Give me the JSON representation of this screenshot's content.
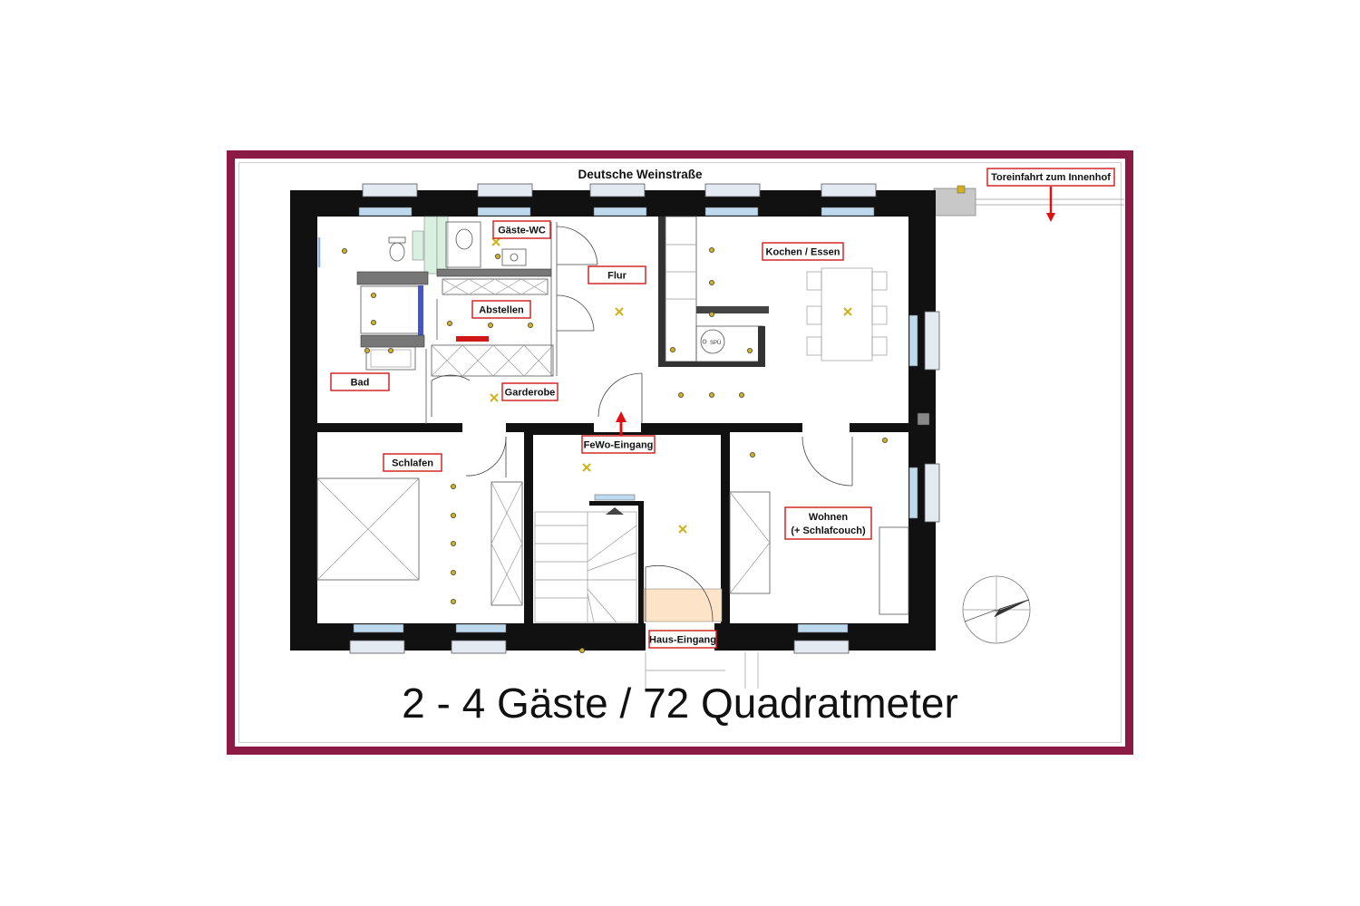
{
  "street": {
    "name": "Deutsche Weinstraße"
  },
  "gate": {
    "label": "Toreinfahrt zum Innenhof"
  },
  "rooms": {
    "gaeste_wc": "Gäste-WC",
    "kochen_essen": "Kochen / Essen",
    "flur": "Flur",
    "abstellen": "Abstellen",
    "bad": "Bad",
    "garderobe": "Garderobe",
    "schlafen": "Schlafen",
    "fewo_eingang": "FeWo-Eingang",
    "wohnen_line1": "Wohnen",
    "wohnen_line2": "(+ Schlafcouch)",
    "haus_eingang": "Haus-Eingang"
  },
  "fixtures": {
    "spuele": "SPÜ"
  },
  "caption": {
    "text": "2 - 4 Gäste / 72 Quadratmeter"
  },
  "colors": {
    "frame": "#8b1a44",
    "label_border": "#d01818",
    "arrow": "#e01010",
    "wall": "#111111",
    "lamp": "#d4b11a"
  }
}
